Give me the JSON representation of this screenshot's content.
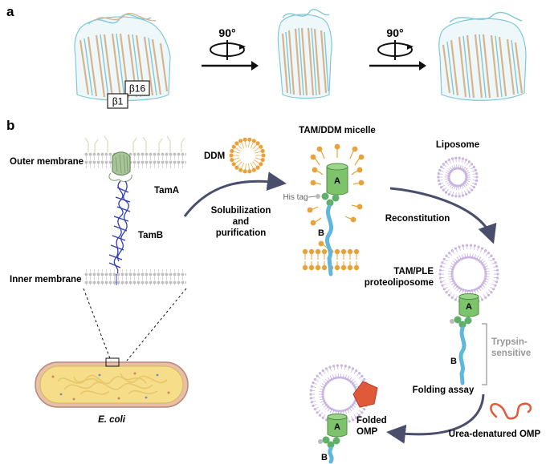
{
  "panel_a": {
    "label": "a",
    "rotation1": "90°",
    "rotation2": "90°",
    "strand1": "β1",
    "strand16": "β16"
  },
  "panel_b": {
    "label": "b",
    "outer_membrane": "Outer membrane",
    "inner_membrane": "Inner membrane",
    "tamA": "TamA",
    "tamB": "TamB",
    "ecoli": "E. coli",
    "ddm": "DDM",
    "micelle_title": "TAM/DDM micelle",
    "his_tag": "His tag",
    "solubilization": [
      "Solubilization",
      "and",
      "purification"
    ],
    "liposome": "Liposome",
    "reconstitution": "Reconstitution",
    "ple_title": [
      "TAM/PLE",
      "proteoliposome"
    ],
    "trypsin": [
      "Trypsin-",
      "sensitive"
    ],
    "folding_assay": "Folding assay",
    "folded_omp": [
      "Folded",
      "OMP"
    ],
    "urea_omp": "Urea-denatured OMP",
    "domain_a": "A",
    "domain_b": "B"
  },
  "colors": {
    "tan": "#d9b48a",
    "cyan": "#7ec8d8",
    "orange": "#e8a23a",
    "lipo": "#c9b4e3",
    "green": "#7cc36b",
    "blue": "#5fb7de",
    "arrow": "#4a4e6d",
    "fold": "#e05a3a",
    "tamb": "#2f3db5"
  }
}
